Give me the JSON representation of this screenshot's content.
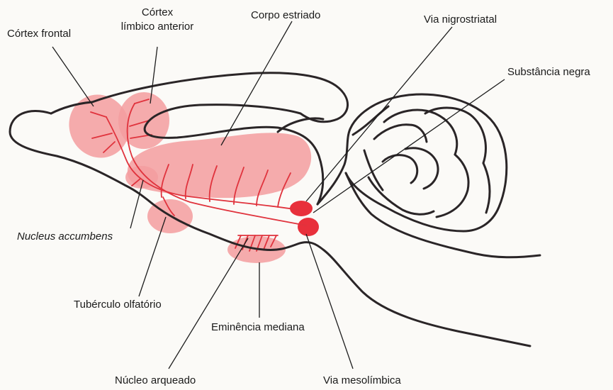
{
  "labels": {
    "cortex_frontal": "Córtex frontal",
    "cortex_limbico_line1": "Córtex",
    "cortex_limbico_line2": "límbico anterior",
    "corpo_estriado": "Corpo estriado",
    "via_nigroestriatal": "Via nigrostriatal",
    "substancia_negra": "Substância negra",
    "nucleus_accumbens": "Nucleus accumbens",
    "tuberculo_olfatorio": "Tubérculo olfatório",
    "eminencia_mediana": "Eminência mediana",
    "nucleo_arqueado": "Núcleo arqueado",
    "via_mesolimbica": "Via mesolímbica"
  },
  "colors": {
    "region_fill": "#f39c9f",
    "dopamine_nuclei": "#e8303b",
    "outline": "#2a2527"
  }
}
